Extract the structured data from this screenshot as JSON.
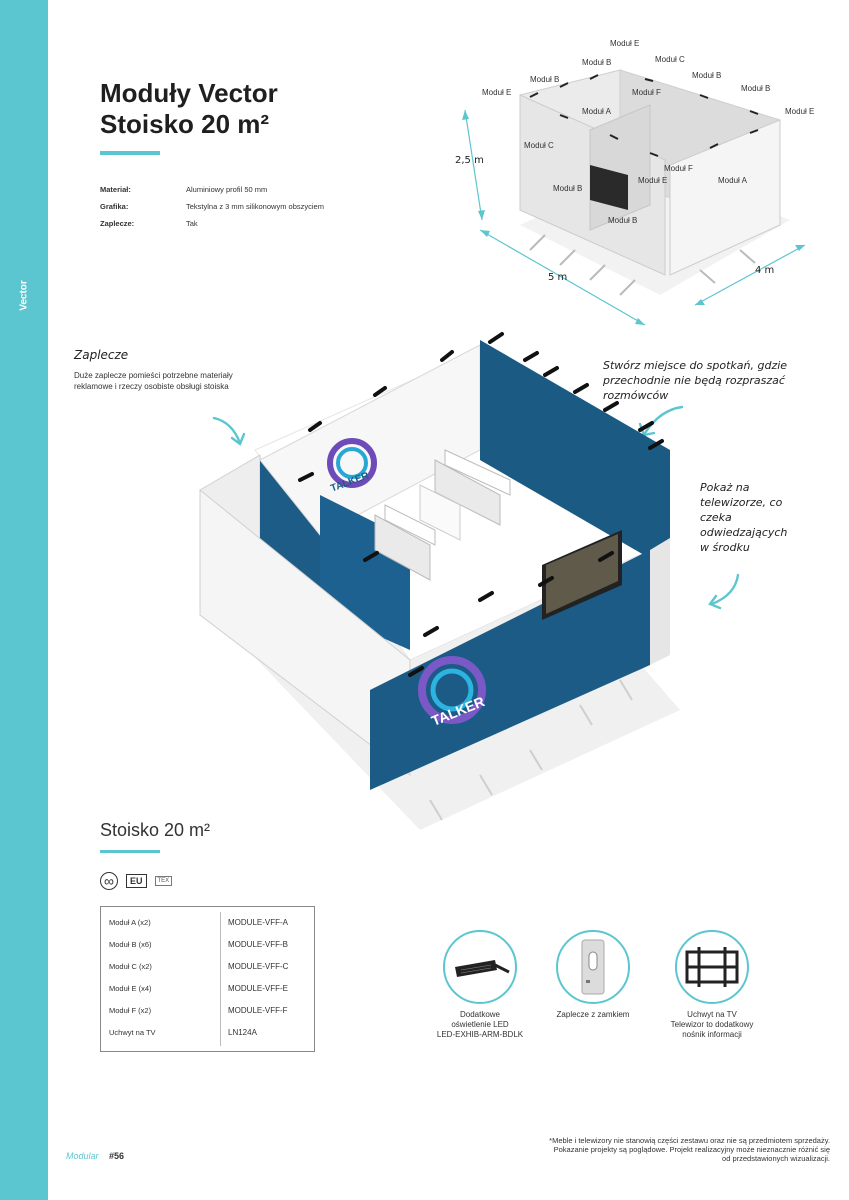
{
  "side_label": "Vector",
  "title_line1": "Moduły Vector",
  "title_line2": "Stoisko 20 m²",
  "specs": [
    {
      "key": "Materiał:",
      "value": "Aluminiowy profil 50 mm"
    },
    {
      "key": "Grafika:",
      "value": "Tekstylna z 3 mm silikonowym obszyciem"
    },
    {
      "key": "Zaplecze:",
      "value": "Tak"
    }
  ],
  "plan": {
    "labels": [
      "Moduł E",
      "Moduł B",
      "Moduł C",
      "Moduł B",
      "Moduł B",
      "Moduł E",
      "Moduł F",
      "Moduł B",
      "Moduł E",
      "Moduł A",
      "Moduł C",
      "Moduł F",
      "Moduł E",
      "Moduł A",
      "Moduł B",
      "Moduł B"
    ],
    "height": "2,5 m",
    "width": "5 m",
    "depth": "4 m"
  },
  "notes": {
    "backroom_title": "Zaplecze",
    "backroom_desc": "Duże zaplecze pomieści potrzebne materiały reklamowe i rzeczy osobiste obsługi stoiska",
    "meeting": "Stwórz miejsce do spotkań, gdzie przechodnie nie będą rozpraszać rozmówców",
    "tv": "Pokaż na telewizorze, co czeka odwiedzających w środku"
  },
  "brand_logo": "TALKER",
  "section_title": "Stoisko 20 m²",
  "icons": [
    {
      "name": "infinity-icon",
      "label": "∞"
    },
    {
      "name": "eu-badge",
      "label": "EU"
    },
    {
      "name": "tex-icon",
      "label": "TEX"
    }
  ],
  "parts_table": [
    {
      "name": "Moduł A (x2)",
      "code": "MODULE-VFF-A"
    },
    {
      "name": "Moduł B (x6)",
      "code": "MODULE-VFF-B"
    },
    {
      "name": "Moduł C (x2)",
      "code": "MODULE-VFF-C"
    },
    {
      "name": "Moduł E (x4)",
      "code": "MODULE-VFF-E"
    },
    {
      "name": "Moduł F (x2)",
      "code": "MODULE-VFF-F"
    },
    {
      "name": "Uchwyt na TV",
      "code": "LN124A"
    }
  ],
  "accessories": [
    {
      "line1": "Dodatkowe",
      "line2": "oświetlenie LED",
      "line3": "LED-EXHIB-ARM-BDLK"
    },
    {
      "line1": "Zaplecze z zamkiem",
      "line2": "",
      "line3": ""
    },
    {
      "line1": "Uchwyt na TV",
      "line2": "Telewizor to dodatkowy",
      "line3": "nośnik informacji"
    }
  ],
  "footnote": {
    "line1": "*Meble i telewizory nie stanowią części zestawu oraz nie są przedmiotem sprzedaży.",
    "line2": "Pokazanie projekty są poglądowe. Projekt realizacyjny może nieznacznie różnić się",
    "line3": "od przedstawionych wizualizacji."
  },
  "footer": {
    "brand": "Modular",
    "page": "#56"
  },
  "colors": {
    "accent": "#5cc6d0",
    "wall_blue": "#1c5c86",
    "wall_white": "#efefef"
  }
}
